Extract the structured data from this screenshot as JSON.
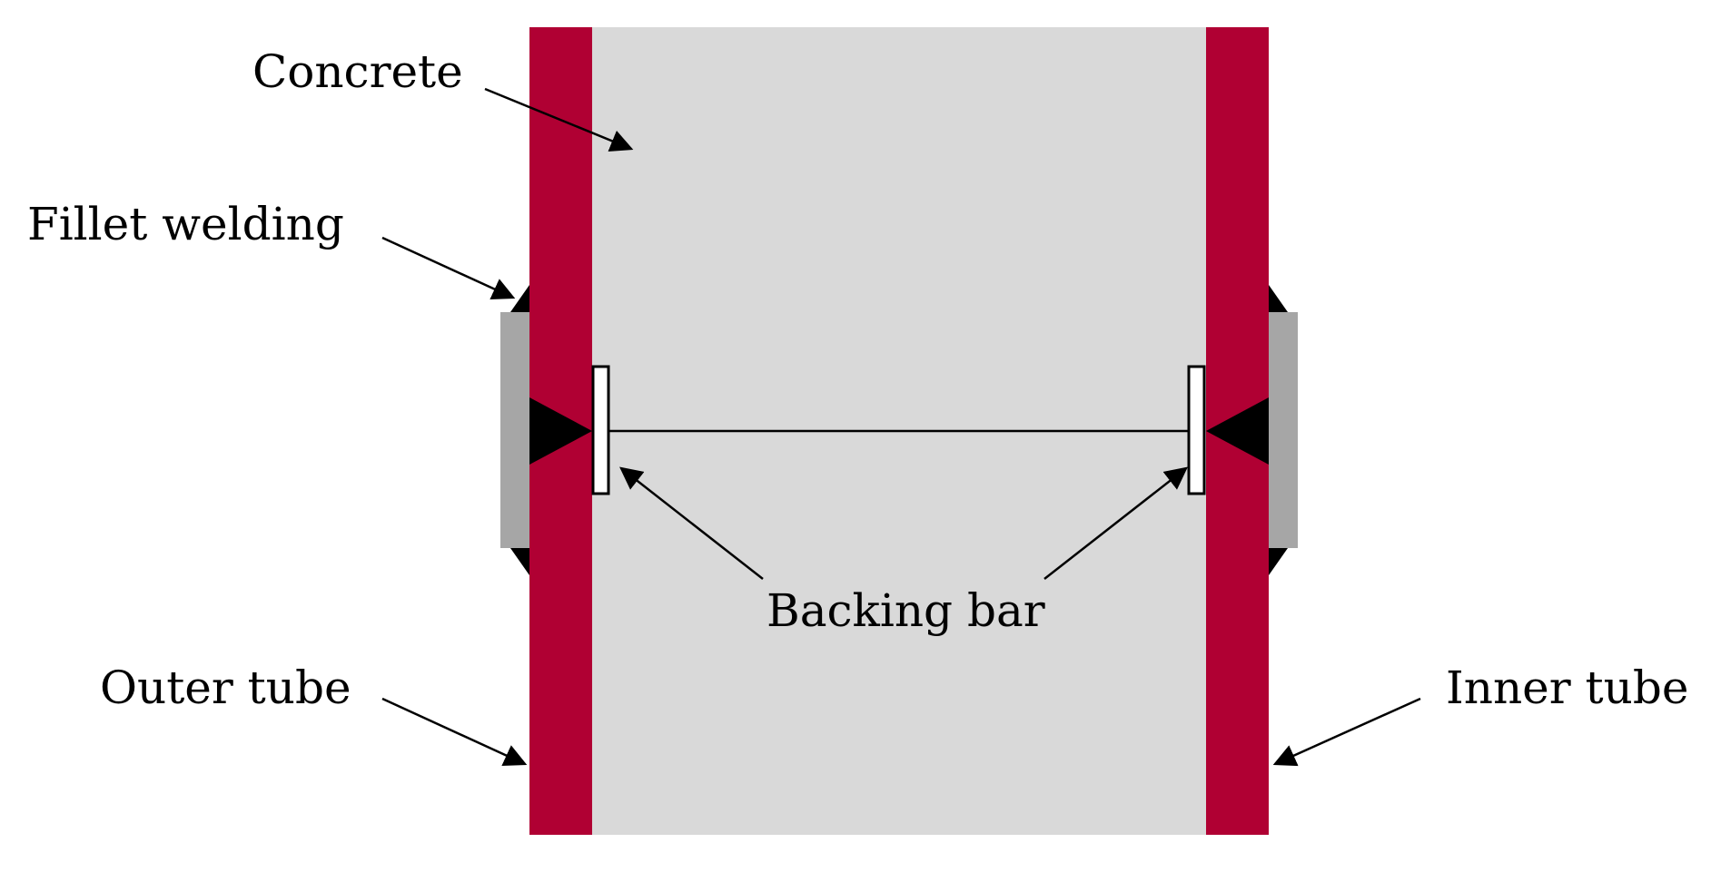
{
  "labels": {
    "concrete": "Concrete",
    "fillet_welding": "Fillet welding",
    "backing_bar": "Backing bar",
    "outer_tube": "Outer tube",
    "inner_tube": "Inner tube"
  },
  "colors": {
    "tube": "#b00033",
    "concrete": "#d9d9d9",
    "weld": "#000000",
    "plate": "#a6a6a6",
    "backing_bar_fill": "#ffffff",
    "line": "#000000"
  }
}
